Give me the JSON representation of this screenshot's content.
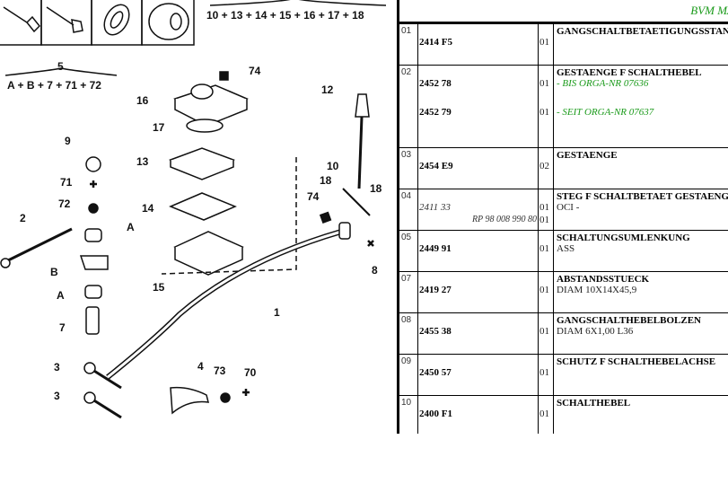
{
  "diagram": {
    "kit_main": "10 + 13 + 14 + 15 + 16 + 17 + 18",
    "kit_5_number": "5",
    "kit_5": "A + B + 7 + 71 + 72",
    "labels": [
      "74",
      "16",
      "17",
      "13",
      "14",
      "15",
      "12",
      "10",
      "18",
      "18",
      "74",
      "8",
      "1",
      "9",
      "71",
      "72",
      "2",
      "A",
      "B",
      "A",
      "7",
      "3",
      "3",
      "4",
      "73",
      "70"
    ]
  },
  "table": {
    "header": "BVM MA",
    "rows": [
      {
        "ref": "01",
        "parts": [
          {
            "pn": "2414 F5",
            "qty": "01"
          }
        ],
        "desc": "GANGSCHALTBETAETIGUNGSSTANGE",
        "notes": []
      },
      {
        "ref": "02",
        "parts": [
          {
            "pn": "2452 78",
            "qty": "01",
            "note": "- BIS ORGA-NR  07636"
          },
          {
            "pn": "2452 79",
            "qty": "01",
            "note": "- SEIT ORGA-NR  07637"
          }
        ],
        "desc": "GESTAENGE F SCHALTHEBEL"
      },
      {
        "ref": "03",
        "parts": [
          {
            "pn": "2454 E9",
            "qty": "02"
          }
        ],
        "desc": "GESTAENGE"
      },
      {
        "ref": "04",
        "parts": [
          {
            "pn": "2411 33",
            "qty": "01",
            "note": "OCI -"
          },
          {
            "pn": "RP 98 008 990 80",
            "qty": "01"
          }
        ],
        "desc": "STEG F SCHALTBETAET GESTAENGE"
      },
      {
        "ref": "05",
        "parts": [
          {
            "pn": "2449 91",
            "qty": "01",
            "note": "ASS"
          }
        ],
        "desc": "SCHALTUNGSUMLENKUNG"
      },
      {
        "ref": "07",
        "parts": [
          {
            "pn": "2419 27",
            "qty": "01",
            "note": "DIAM 10X14X45,9"
          }
        ],
        "desc": "ABSTANDSSTUECK"
      },
      {
        "ref": "08",
        "parts": [
          {
            "pn": "2455 38",
            "qty": "01",
            "note": "DIAM 6X1,00 L36"
          }
        ],
        "desc": "GANGSCHALTHEBELBOLZEN"
      },
      {
        "ref": "09",
        "parts": [
          {
            "pn": "2450 57",
            "qty": "01"
          }
        ],
        "desc": "SCHUTZ F SCHALTHEBELACHSE"
      },
      {
        "ref": "10",
        "parts": [
          {
            "pn": "2400 F1",
            "qty": "01"
          }
        ],
        "desc": "SCHALTHEBEL"
      }
    ]
  }
}
